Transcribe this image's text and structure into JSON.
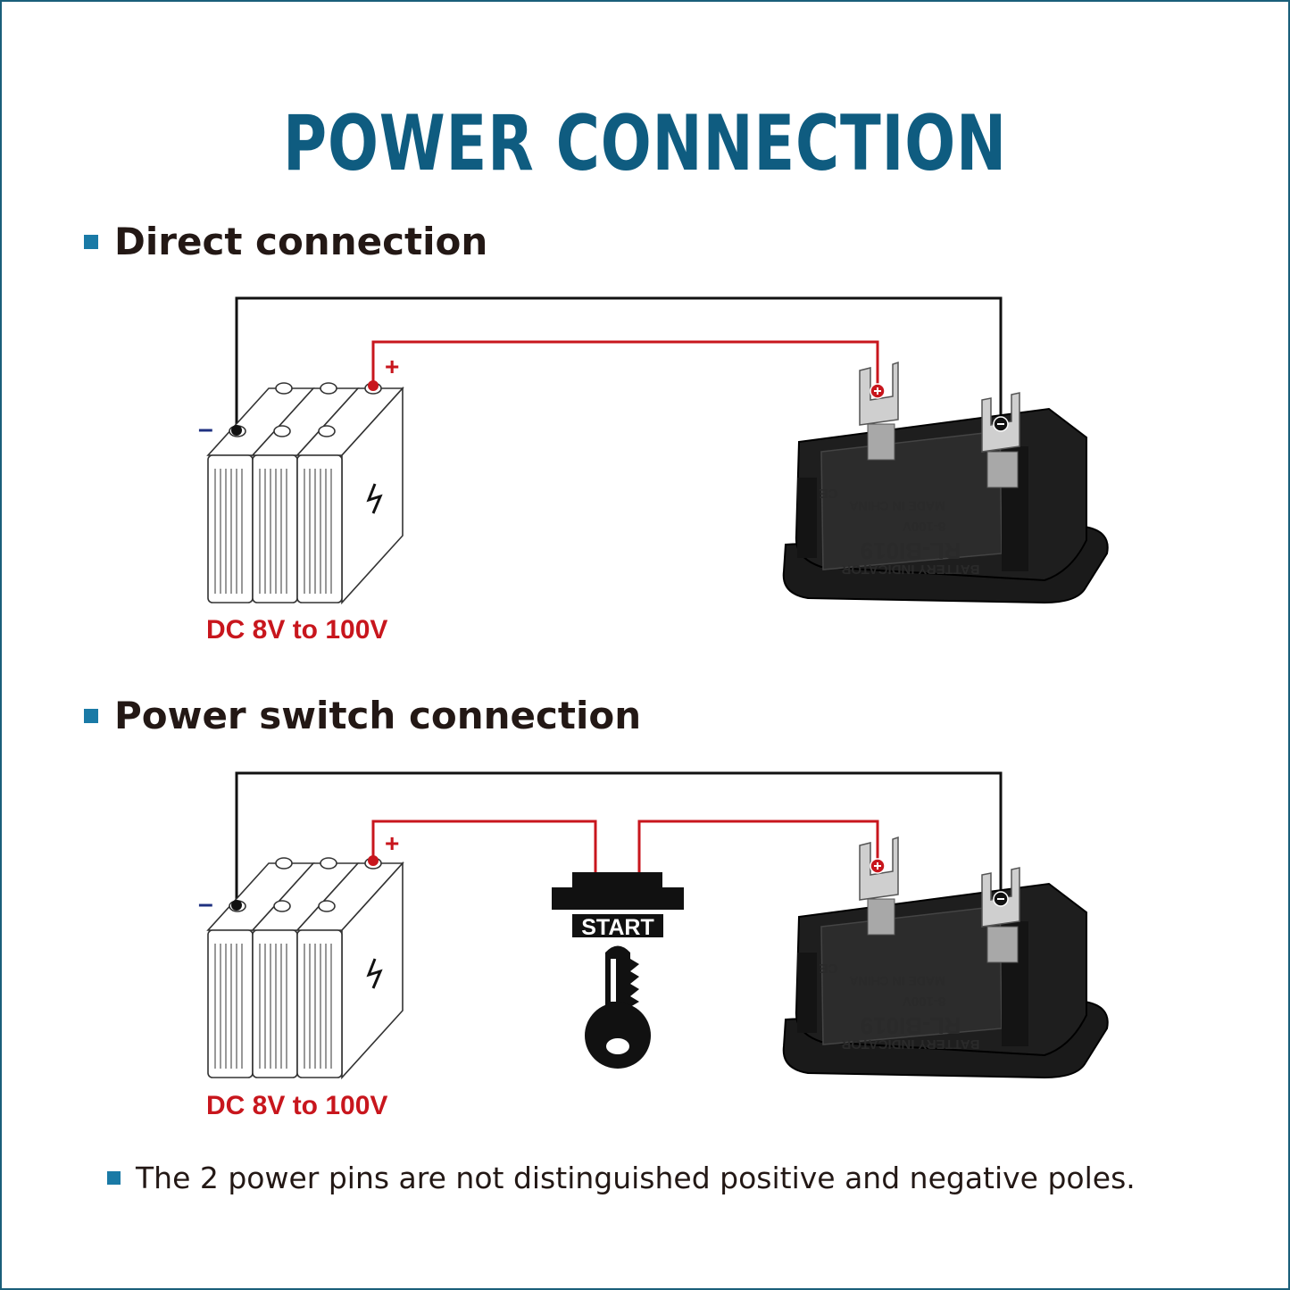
{
  "title": "POWER CONNECTION",
  "sections": [
    {
      "heading": "Direct connection",
      "battery": {
        "voltage_label": "DC 8V to 100V",
        "plus_sign": "+",
        "minus_sign": "–"
      },
      "device": {
        "line1": "BATTERY INDICATOR",
        "line2": "RL-BI019",
        "line3": "8-100V",
        "line4": "MADE IN CHINA",
        "mark": "CE"
      }
    },
    {
      "heading": "Power switch connection",
      "battery": {
        "voltage_label": "DC 8V to 100V",
        "plus_sign": "+",
        "minus_sign": "–"
      },
      "switch": {
        "label": "START"
      },
      "device": {
        "line1": "BATTERY INDICATOR",
        "line2": "RL-BI019",
        "line3": "8-100V",
        "line4": "MADE IN CHINA",
        "mark": "CE"
      }
    }
  ],
  "note": "The 2 power pins are not distinguished positive and negative poles.",
  "colors": {
    "title": "#0f5c80",
    "bullet": "#1a7aa6",
    "positive_wire": "#c8161d",
    "negative_wire": "#111111",
    "minus_sign": "#1e3080"
  },
  "icons": [
    "battery-pack-icon",
    "battery-indicator-device-icon",
    "ignition-key-icon"
  ]
}
